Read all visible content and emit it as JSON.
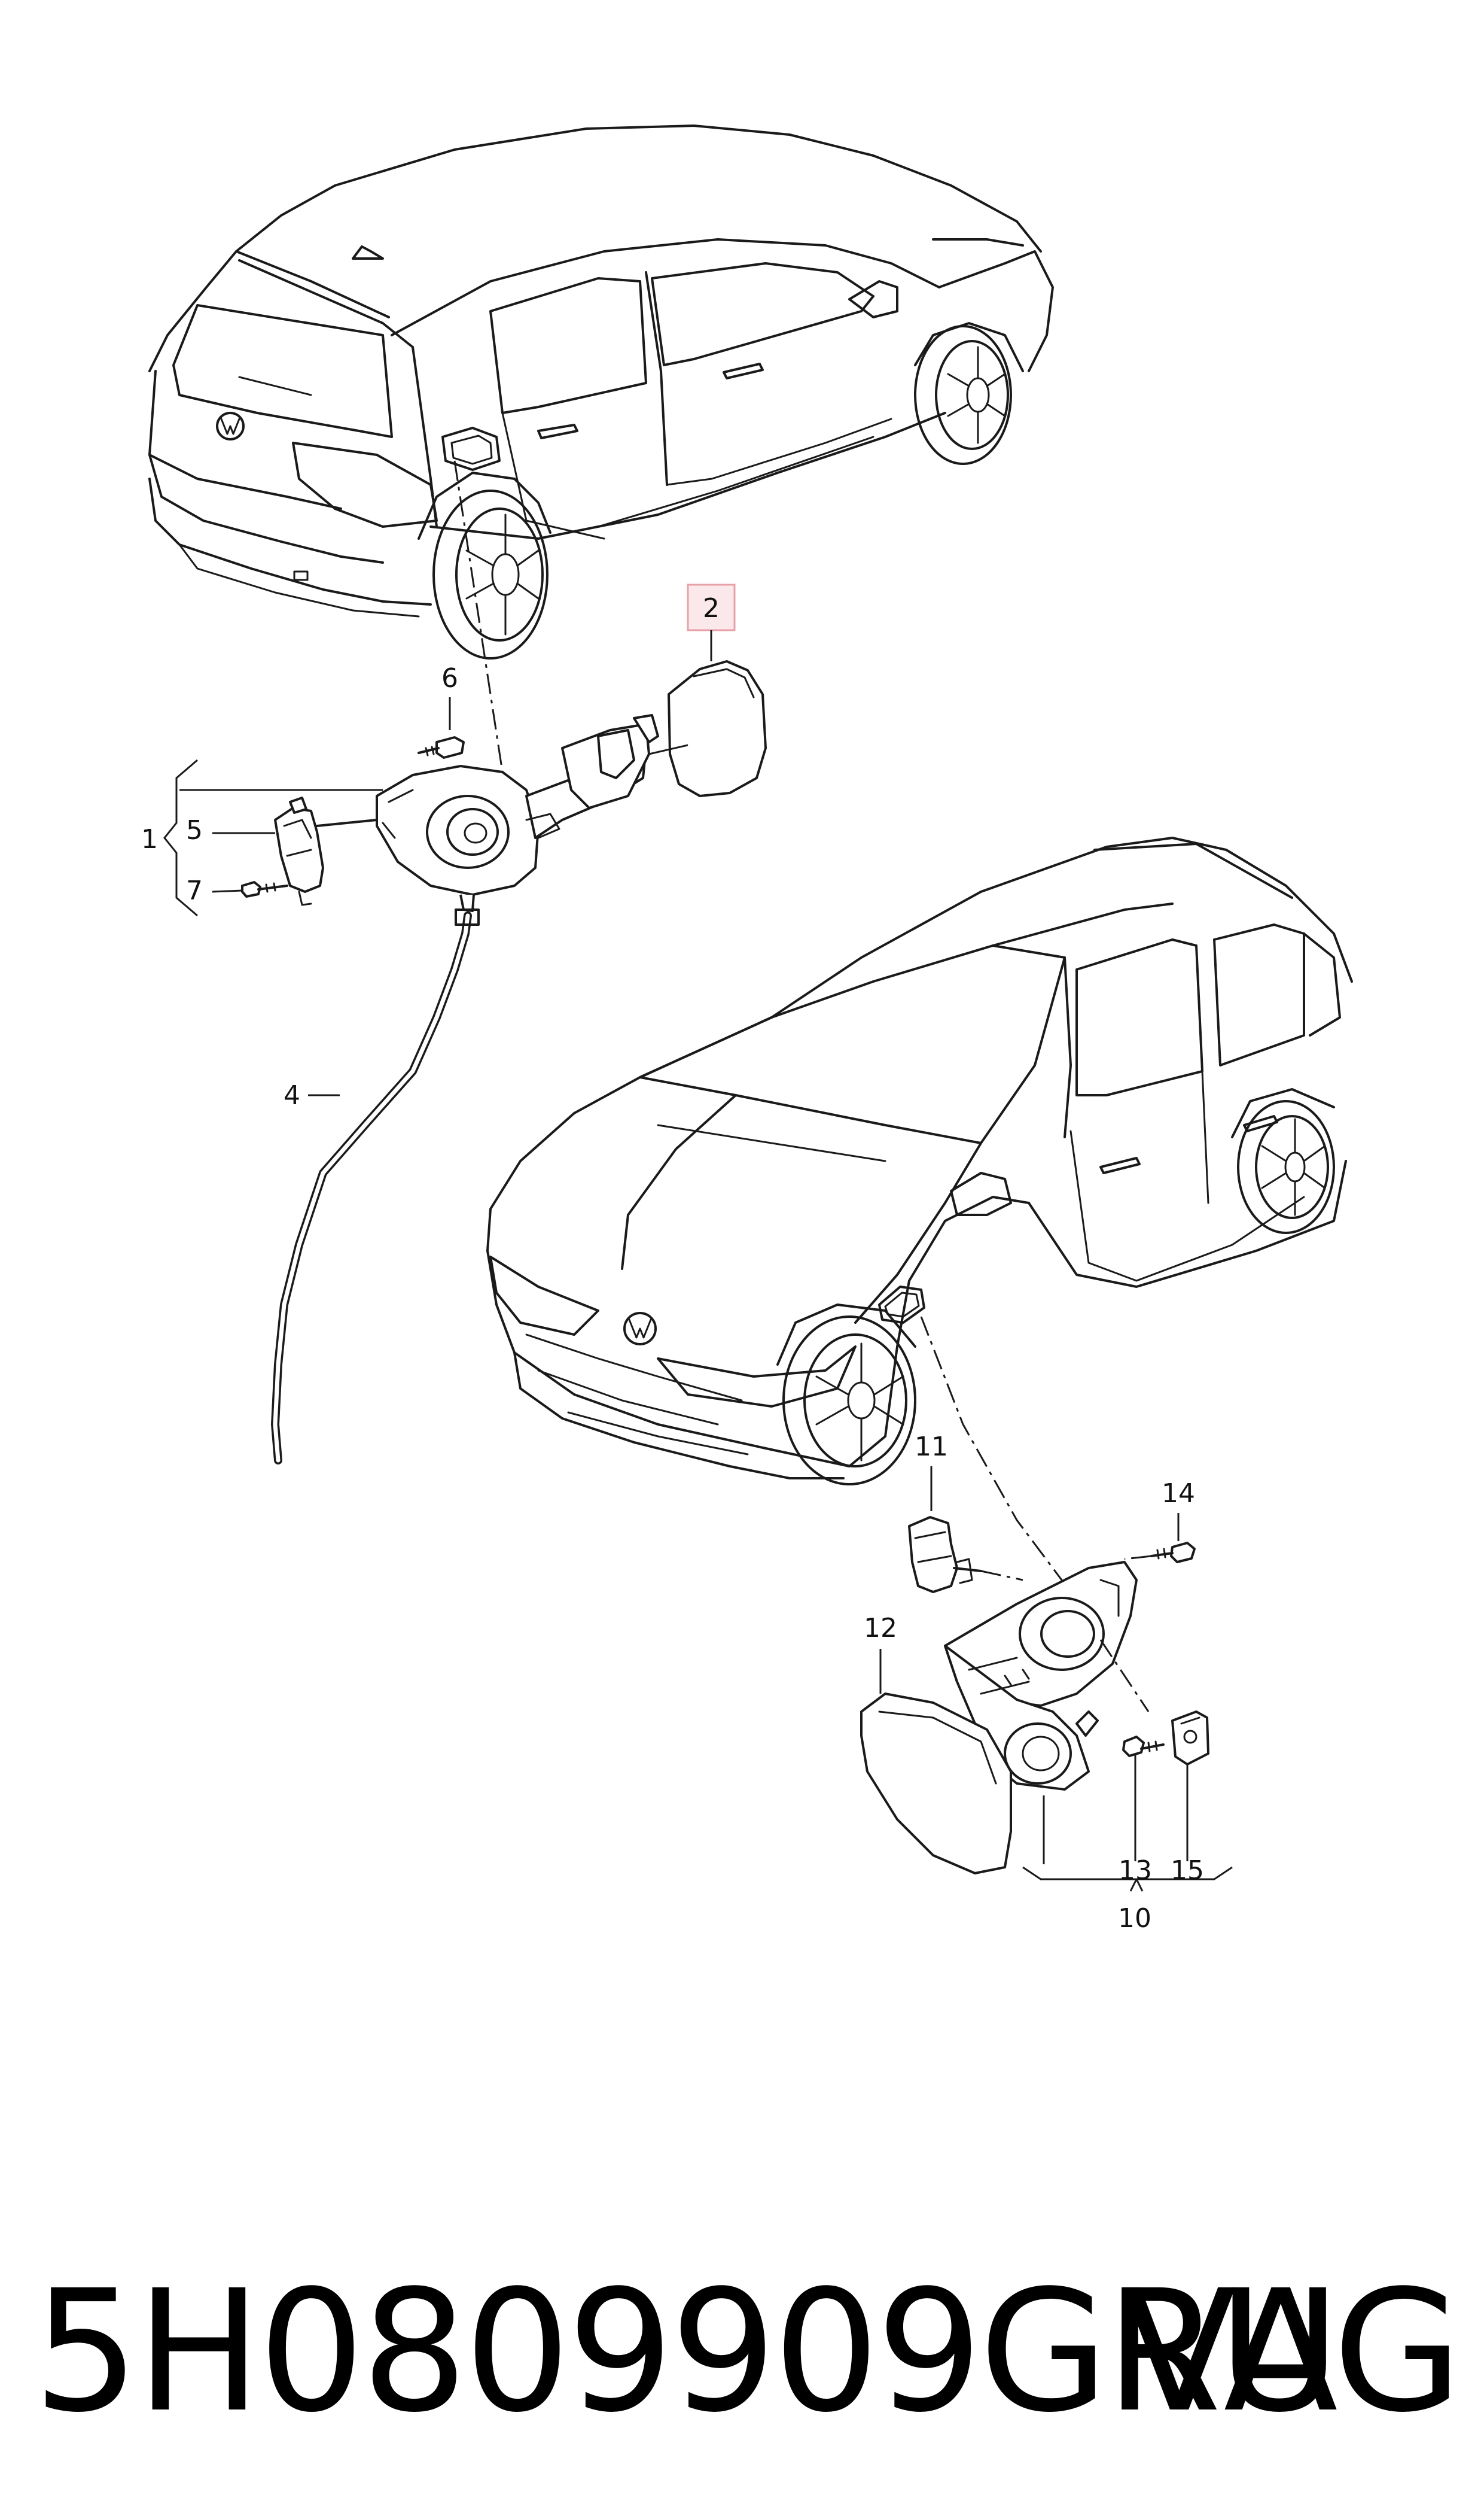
{
  "colors": {
    "line": "#1a1a1a",
    "highlight_box": "#e8a0a8",
    "highlight_fill": "#fbe8ea",
    "text": "#000000"
  },
  "callouts": {
    "c1": "1",
    "c2": "2",
    "c4": "4",
    "c5": "5",
    "c6": "6",
    "c7": "7",
    "c10": "10",
    "c11": "11",
    "c12": "12",
    "c13": "13",
    "c14": "14",
    "c15": "15"
  },
  "footer": {
    "part_number": "5H0809909GRU",
    "brand": "VAG"
  }
}
